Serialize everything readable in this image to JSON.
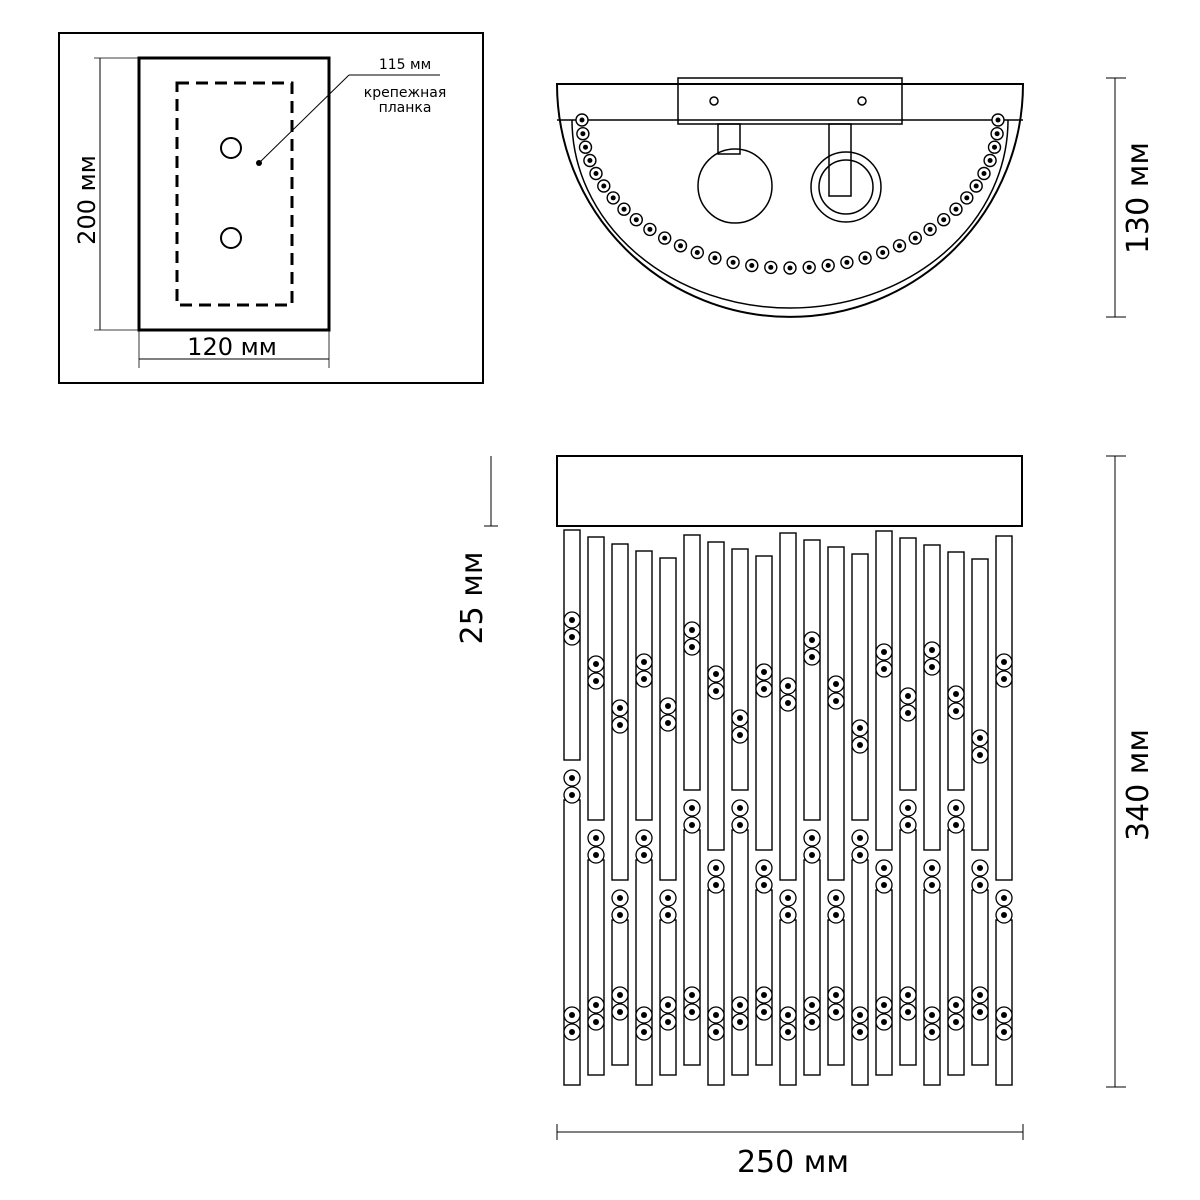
{
  "mounting_plate": {
    "width_label": "120 мм",
    "height_label": "200 мм",
    "plate_label": "115 мм",
    "caption_line1": "крепежная",
    "caption_line2": "планка"
  },
  "top_view": {
    "depth_label": "130 мм"
  },
  "front_view": {
    "width_label": "250 мм",
    "height_label": "340 мм",
    "base_label": "25 мм"
  },
  "colors": {
    "line": "#000000",
    "background": "#ffffff"
  }
}
